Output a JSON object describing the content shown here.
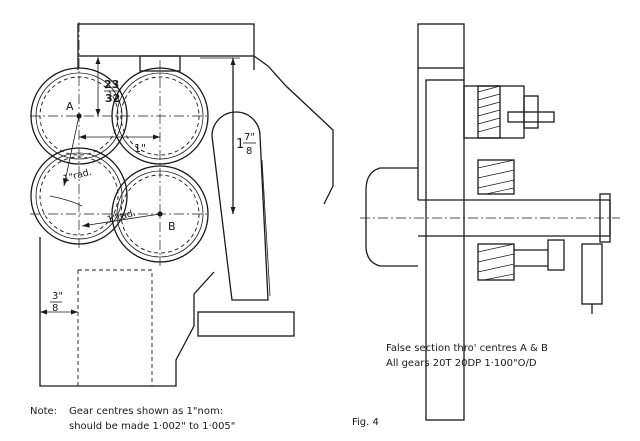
{
  "labels": {
    "A": "A",
    "B": "B",
    "dim_23_32": "23",
    "dim_23_32_den": "32",
    "dim_1in": "1\"",
    "dim_1_7_8_whole": "1",
    "dim_1_7_8_num": "7\"",
    "dim_1_7_8_den": "8",
    "rad1": "1\"rad.",
    "rad2": "1\"rad.",
    "dim_3_8_num": "3\"",
    "dim_3_8_den": "8"
  },
  "caption": {
    "line1": "False section thro' centres A & B",
    "line2": "All gears 20T 20DP 1·100\"O/D"
  },
  "note": {
    "label": "Note:",
    "line1": "Gear centres shown as 1\"nom:",
    "line2": "should be made 1·002\" to 1·005\""
  },
  "figure": "Fig. 4"
}
